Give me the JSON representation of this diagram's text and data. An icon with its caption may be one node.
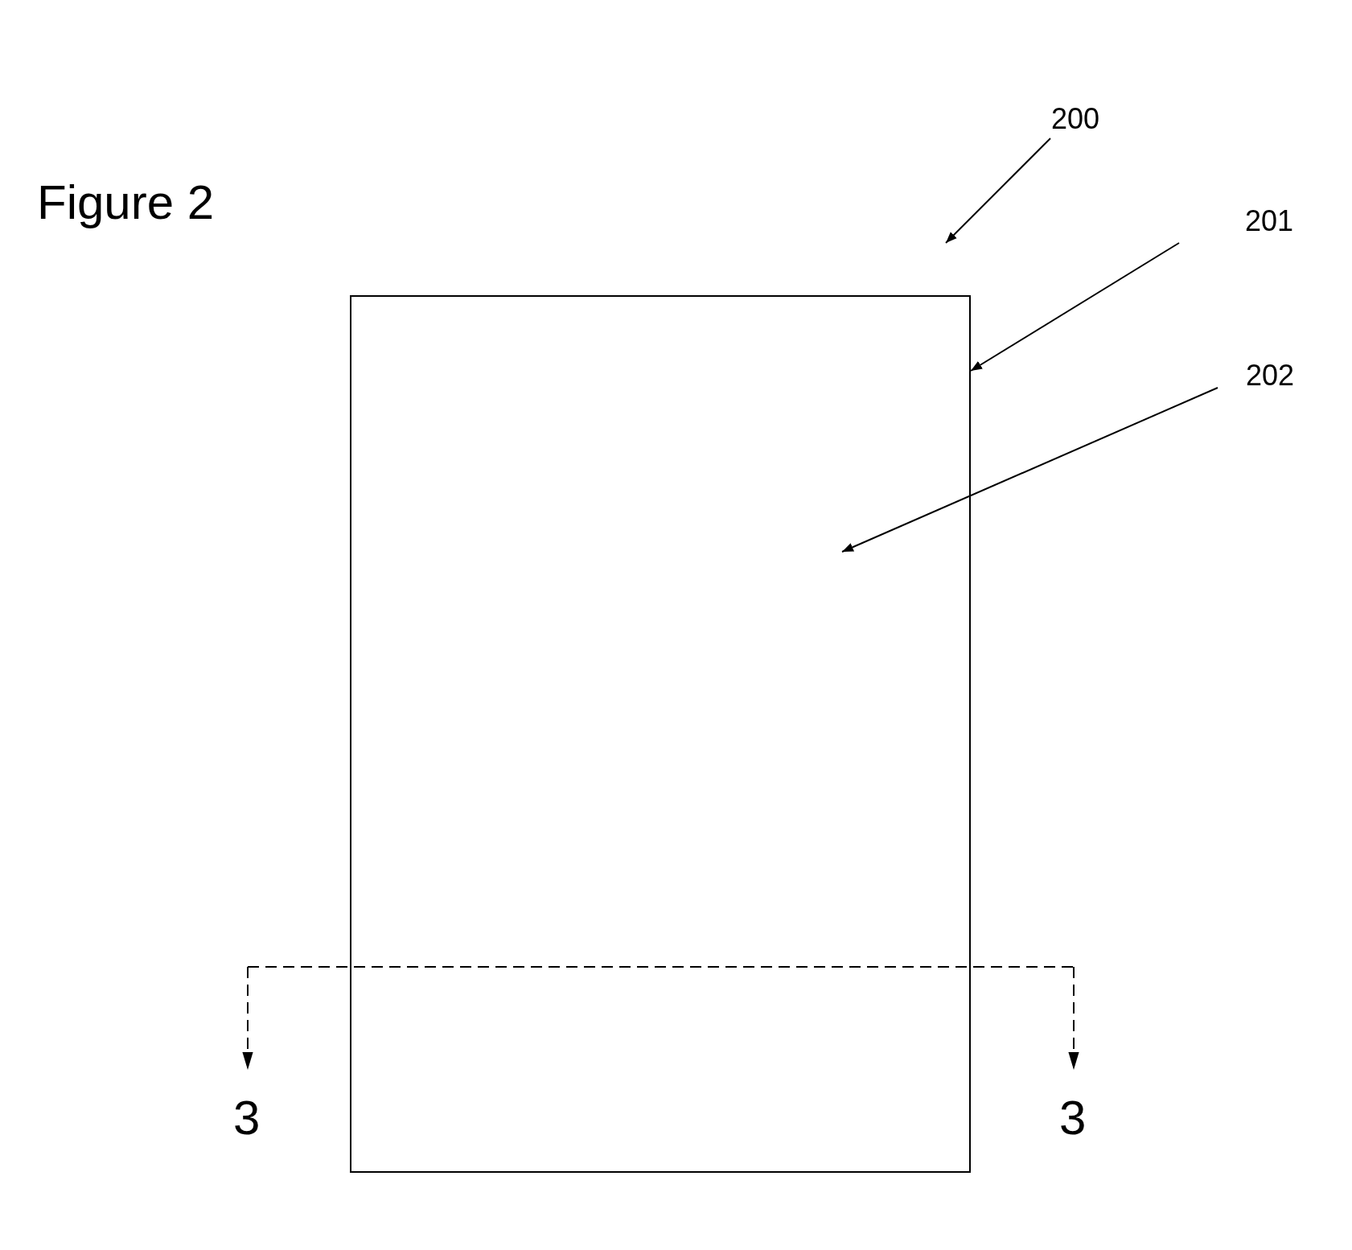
{
  "diagram": {
    "title": "Figure 2",
    "nodes": [
      {
        "text": [],
        "shape": "box"
      },
      {
        "text": [
          "200"
        ]
      },
      {
        "text": [
          "201"
        ]
      },
      {
        "text": [
          "202"
        ]
      }
    ],
    "edges": [
      {
        "from": 1,
        "to": null,
        "arrow": "to"
      },
      {
        "from": 2,
        "to": 0,
        "arrow": "to"
      },
      {
        "from": 3,
        "to": 0,
        "arrow": "to"
      }
    ],
    "labels": [
      "3",
      "3"
    ]
  }
}
